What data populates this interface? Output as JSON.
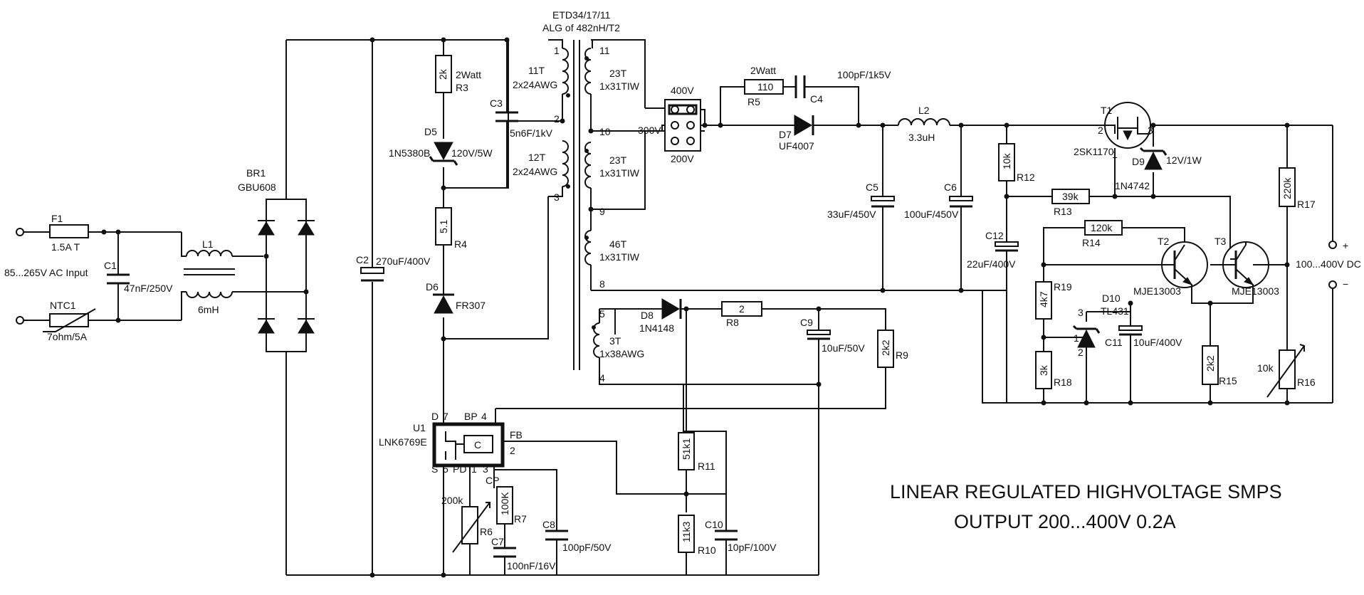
{
  "diagram": {
    "title_line1": "LINEAR REGULATED HIGHVOLTAGE SMPS",
    "title_line2": "OUTPUT 200...400V 0.2A",
    "transformer": {
      "type": "ETD34/17/11",
      "alg": "ALG of 482nH/T2"
    },
    "input": {
      "label": "85...265V AC Input"
    },
    "output": {
      "label": "100...400V DC",
      "plus": "+",
      "minus": "−"
    },
    "components": {
      "F1": {
        "ref": "F1",
        "value": "1.5A T"
      },
      "C1": {
        "ref": "C1",
        "value": "47nF/250V"
      },
      "NTC1": {
        "ref": "NTC1",
        "value": "7ohm/5A"
      },
      "L1": {
        "ref": "L1",
        "value": "6mH"
      },
      "BR1": {
        "ref": "BR1",
        "value": "GBU608"
      },
      "C2": {
        "ref": "C2",
        "value": "270uF/400V"
      },
      "R3": {
        "ref": "R3",
        "value": "2k",
        "note": "2Watt"
      },
      "D5": {
        "ref": "D5",
        "value": "1N5380B",
        "note": "120V/5W"
      },
      "R4": {
        "ref": "R4",
        "value": "5.1"
      },
      "D6": {
        "ref": "D6",
        "value": "FR307"
      },
      "C3": {
        "ref": "C3",
        "value": "5n6F/1kV"
      },
      "U1": {
        "ref": "U1",
        "value": "LNK6769E",
        "core": "C",
        "pin_d": "D",
        "pin_d_num": "7",
        "pin_bp": "BP",
        "pin_bp_num": "4",
        "pin_fb": "FB",
        "pin_fb_num": "2",
        "pin_s": "S",
        "pin_s_num": "5",
        "pin_pd": "PD",
        "pin_pd_num": "1",
        "pin_cp_num": "3",
        "pin_cp": "CP"
      },
      "R6": {
        "ref": "R6",
        "value": "200k"
      },
      "R7": {
        "ref": "R7",
        "value": "100K"
      },
      "C7": {
        "ref": "C7",
        "value": "100nF/16V"
      },
      "C8": {
        "ref": "C8",
        "value": "100pF/50V"
      },
      "W1": {
        "turns": "11T",
        "wire": "2x24AWG",
        "pin_top": "1",
        "pin_bot": "2"
      },
      "W2": {
        "turns": "12T",
        "wire": "2x24AWG",
        "pin_bot": "3"
      },
      "W3": {
        "turns": "23T",
        "wire": "1x31TIW",
        "pin_top": "11",
        "pin_bot": "10"
      },
      "W4": {
        "turns": "23T",
        "wire": "1x31TIW",
        "pin_bot": "9"
      },
      "W5": {
        "turns": "46T",
        "wire": "1x31TIW",
        "pin_bot": "8"
      },
      "W6": {
        "turns": "3T",
        "wire": "1x38AWG",
        "pin_top": "5",
        "pin_bot": "4"
      },
      "JP": {
        "v400": "400V",
        "v300": "300V",
        "v200": "200V"
      },
      "R5": {
        "ref": "R5",
        "value": "110",
        "note": "2Watt"
      },
      "C4": {
        "ref": "C4",
        "value": "100pF/1k5V"
      },
      "D7": {
        "ref": "D7",
        "value": "UF4007"
      },
      "L2": {
        "ref": "L2",
        "value": "3.3uH"
      },
      "C5": {
        "ref": "C5",
        "value": "33uF/450V"
      },
      "C6": {
        "ref": "C6",
        "value": "100uF/450V"
      },
      "D8": {
        "ref": "D8",
        "value": "1N4148"
      },
      "R8": {
        "ref": "R8",
        "value": "2"
      },
      "C9": {
        "ref": "C9",
        "value": "10uF/50V"
      },
      "R9": {
        "ref": "R9",
        "value": "2k2"
      },
      "R11": {
        "ref": "R11",
        "value": "51k1"
      },
      "R10": {
        "ref": "R10",
        "value": "11k3"
      },
      "C10": {
        "ref": "C10",
        "value": "10pF/100V"
      },
      "T1": {
        "ref": "T1",
        "value": "2SK1170",
        "pin_g": "1",
        "pin_d": "2",
        "pin_s": "3"
      },
      "D9": {
        "ref": "D9",
        "value": "1N4742",
        "note": "12V/1W"
      },
      "R12": {
        "ref": "R12",
        "value": "10k"
      },
      "R13": {
        "ref": "R13",
        "value": "39k"
      },
      "C12": {
        "ref": "C12",
        "value": "22uF/400V"
      },
      "R14": {
        "ref": "R14",
        "value": "120k"
      },
      "T2": {
        "ref": "T2",
        "value": "MJE13003"
      },
      "T3": {
        "ref": "T3",
        "value": "MJE13003"
      },
      "R19": {
        "ref": "R19",
        "value": "4k7"
      },
      "D10": {
        "ref": "D10",
        "value": "TL431",
        "pin3": "3",
        "pin1": "1",
        "pin2": "2"
      },
      "C11": {
        "ref": "C11",
        "value": "10uF/400V"
      },
      "R18": {
        "ref": "R18",
        "value": "3k"
      },
      "R15": {
        "ref": "R15",
        "value": "2k2"
      },
      "R17": {
        "ref": "R17",
        "value": "220k"
      },
      "R16": {
        "ref": "R16",
        "value": "10k"
      }
    }
  }
}
